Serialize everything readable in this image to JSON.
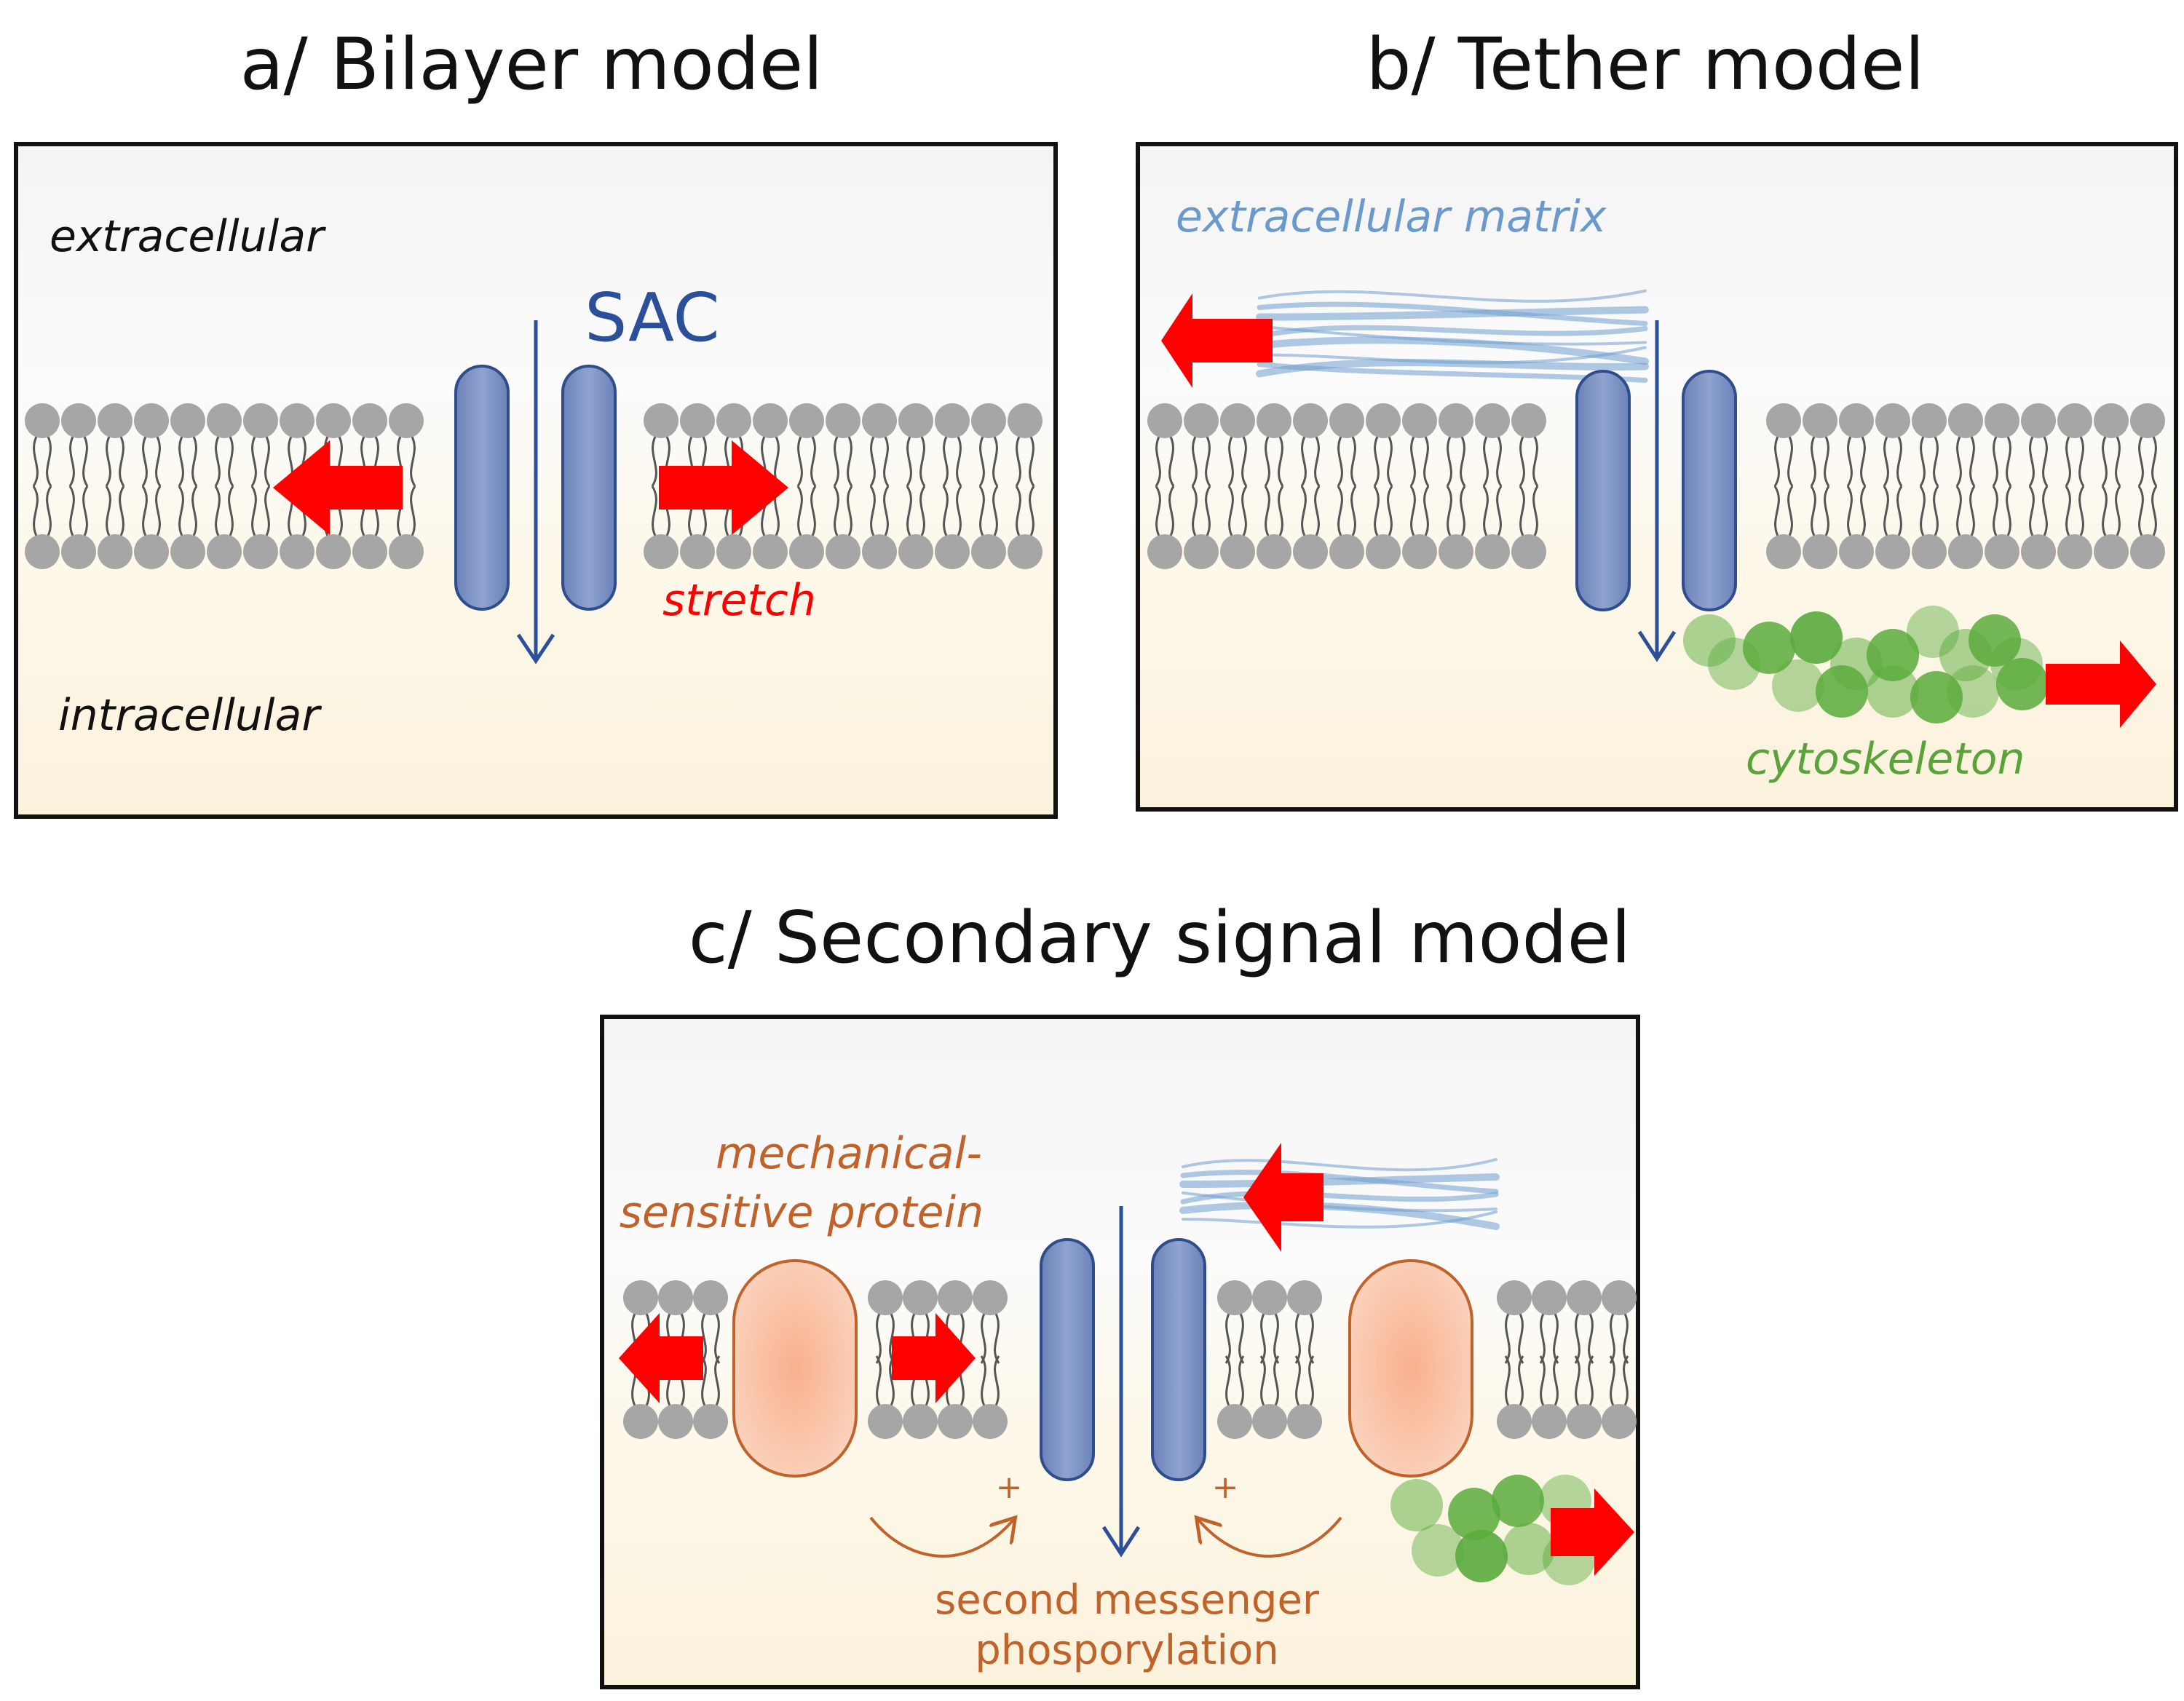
{
  "panels": {
    "a": {
      "title": "a/ Bilayer model",
      "extracellular": "extracellular",
      "intracellular": "intracellular",
      "channel": "SAC",
      "force": "stretch"
    },
    "b": {
      "title": "b/ Tether model",
      "matrix": "extracellular matrix",
      "cytoskeleton": "cytoskeleton"
    },
    "c": {
      "title": "c/ Secondary signal model",
      "protein_line1": "mechanical-",
      "protein_line2": "sensitive protein",
      "signal_line1": "second messenger",
      "signal_line2": "phosporylation",
      "plus": "+"
    }
  },
  "colors": {
    "channel": "#7e93c4",
    "channel_outline": "#2f4d8c",
    "ion_arrow": "#2c4f9a",
    "force_arrow": "#ff0000",
    "lipid_head": "#a6a6a6",
    "matrix_fibre": "#6f9fd0",
    "cytoskeleton": "#5aab3c",
    "protein": "#f8c6a8",
    "protein_outline": "#c0622a",
    "orange_text": "#c0622a",
    "green_text": "#5aa23a",
    "blue_text": "#6a9acc"
  }
}
